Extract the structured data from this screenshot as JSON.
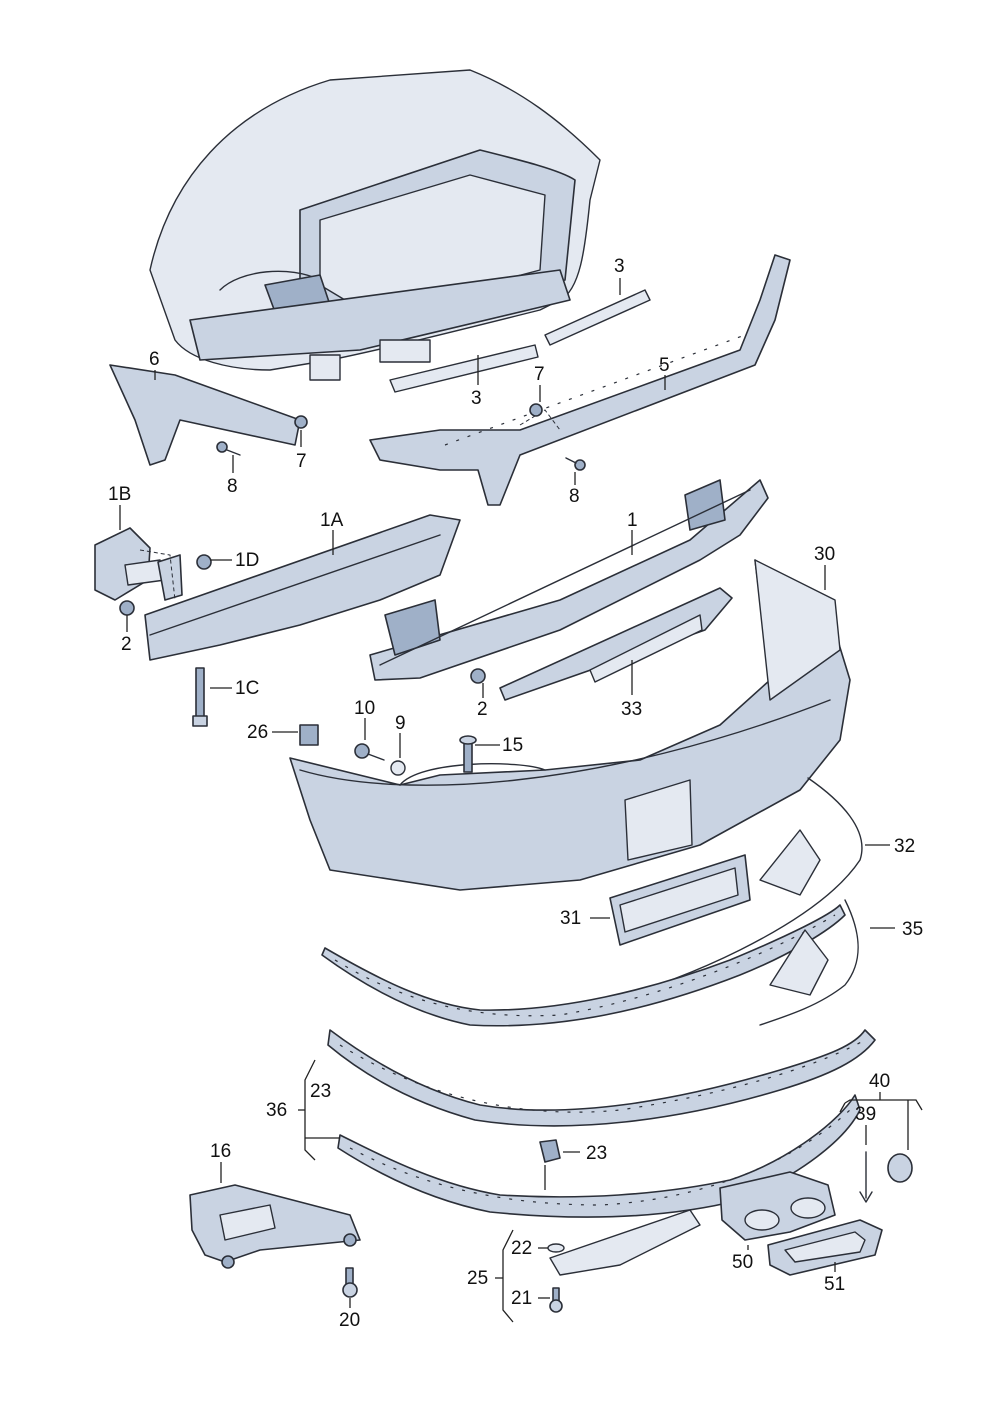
{
  "callouts": {
    "c3_top": "3",
    "c6": "6",
    "c5": "5",
    "c3_bottom": "3",
    "c7_right": "7",
    "c7_left": "7",
    "c8_left": "8",
    "c8_right": "8",
    "c1B": "1B",
    "c1A": "1A",
    "c1": "1",
    "c30": "30",
    "c1D": "1D",
    "c2_left": "2",
    "c1C": "1C",
    "c2_center": "2",
    "c33": "33",
    "c10": "10",
    "c9": "9",
    "c26": "26",
    "c15": "15",
    "c32": "32",
    "c31": "31",
    "c35": "35",
    "c40": "40",
    "c36": "36",
    "c23_bracket": "23",
    "c39": "39",
    "c16": "16",
    "c23_clip": "23",
    "c22": "22",
    "c25": "25",
    "c21": "21",
    "c50": "50",
    "c51": "51",
    "c20": "20"
  },
  "colors": {
    "part_fill": "#c9d3e2",
    "outline": "#2b2f38",
    "background": "#ffffff"
  }
}
